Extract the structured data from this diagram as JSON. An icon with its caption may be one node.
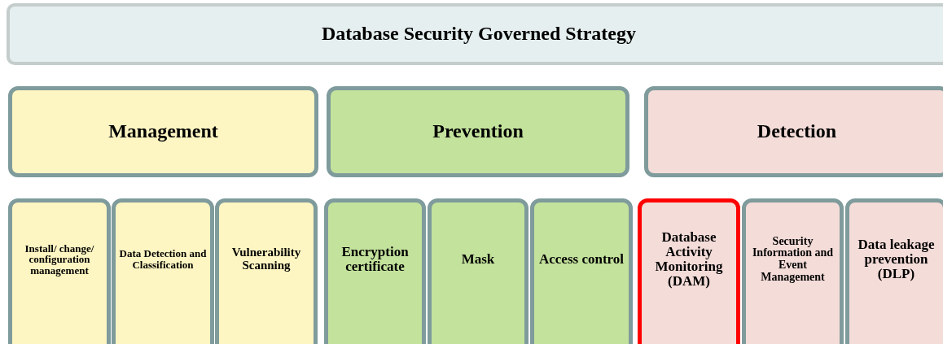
{
  "diagram": {
    "nodes": [
      {
        "text": [
          "Database Security Governed Strategy"
        ]
      },
      {
        "text": [
          "Management"
        ]
      },
      {
        "text": [
          "Prevention"
        ]
      },
      {
        "text": [
          "Detection"
        ]
      },
      {
        "text": [
          "Install/ change/ configuration management"
        ]
      },
      {
        "text": [
          "Data Detection and Classification"
        ]
      },
      {
        "text": [
          "Vulnerability Scanning"
        ]
      },
      {
        "text": [
          "Encryption certificate"
        ]
      },
      {
        "text": [
          "Mask"
        ]
      },
      {
        "text": [
          "Access control"
        ]
      },
      {
        "text": [
          "Database Activity Monitoring (DAM)"
        ]
      },
      {
        "text": [
          "Security Information and Event Management"
        ]
      },
      {
        "text": [
          "Data leakage prevention (DLP)"
        ]
      }
    ]
  }
}
